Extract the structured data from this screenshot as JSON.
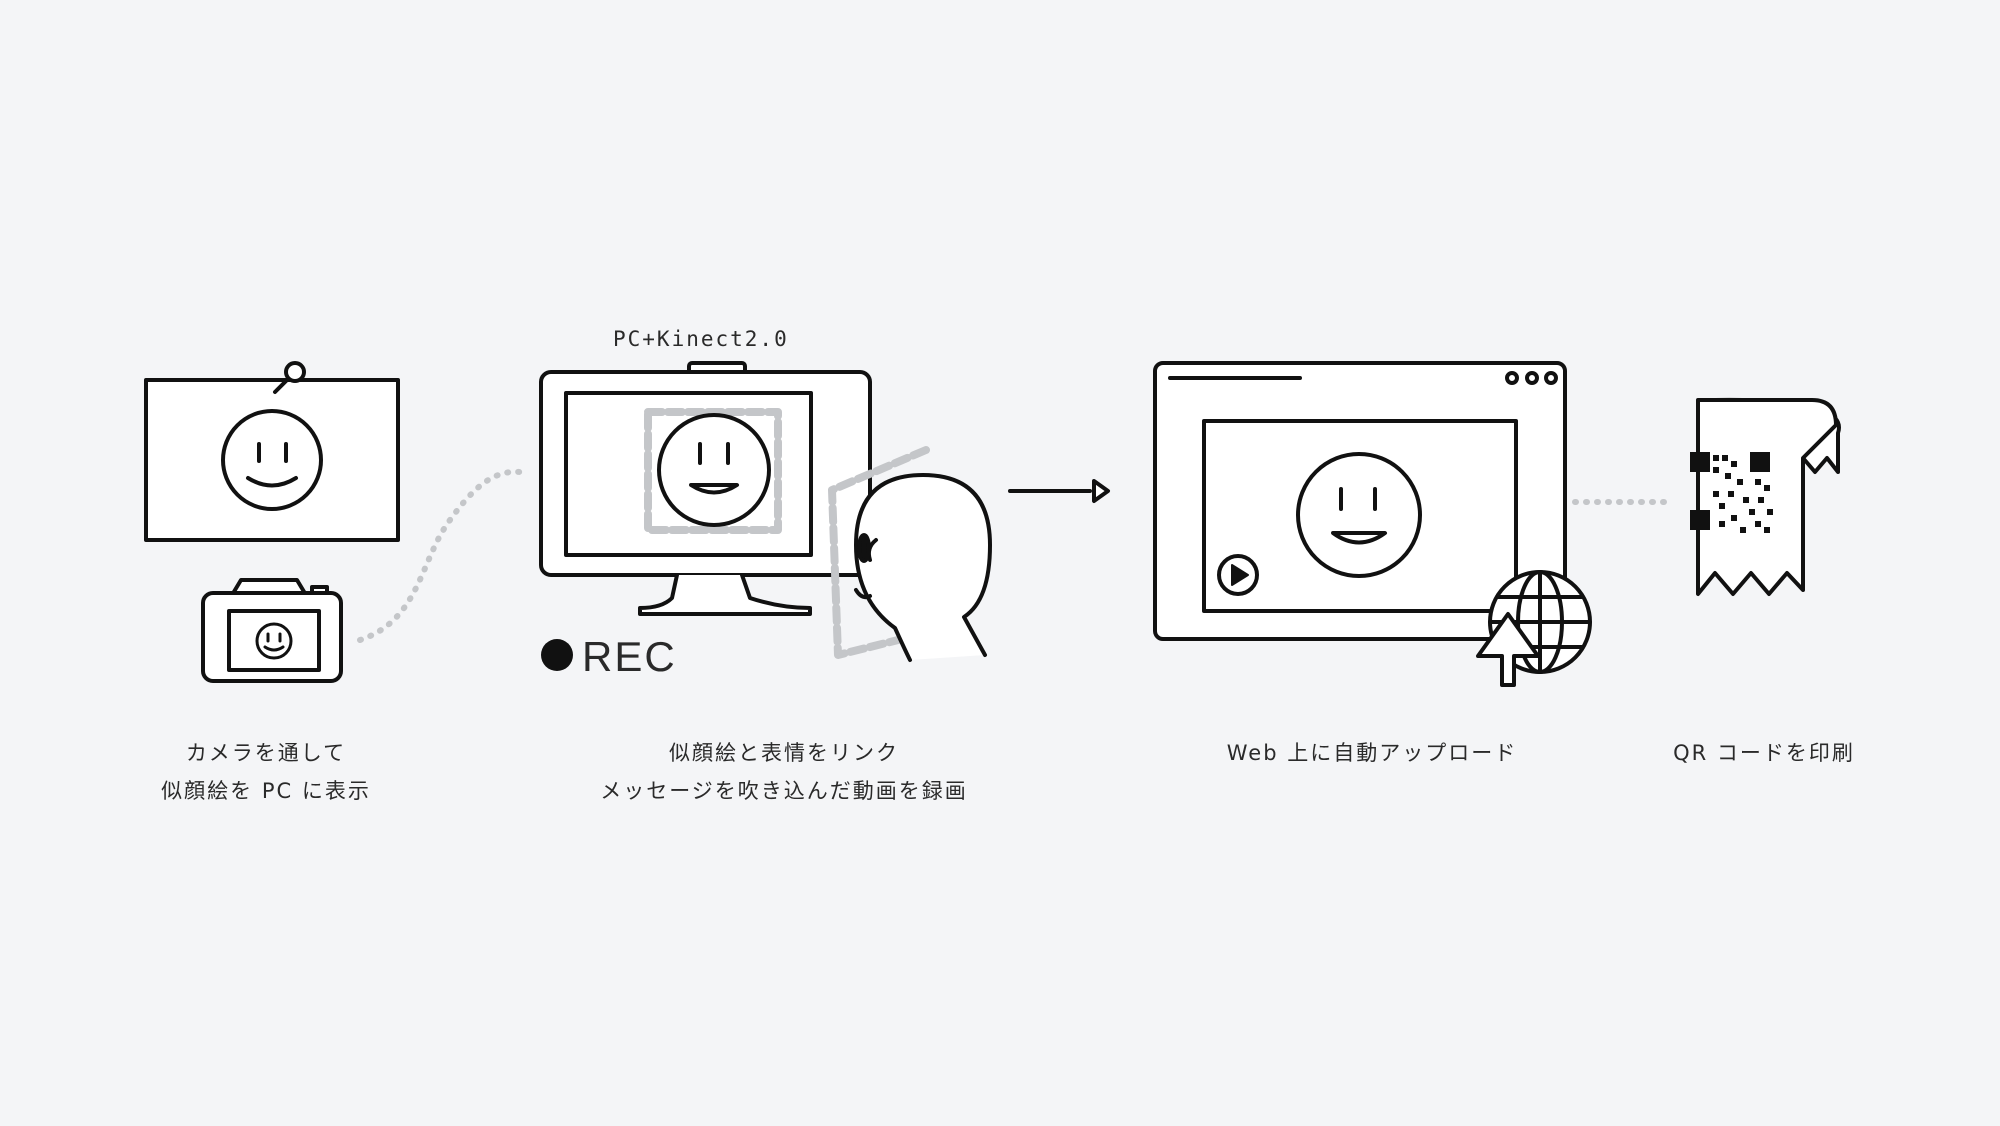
{
  "device_label": "PC+Kinect2.0",
  "rec_label": "REC",
  "steps": [
    {
      "line1": "カメラを通して",
      "line2": "似顔絵を PC に表示"
    },
    {
      "line1": "似顔絵と表情をリンク",
      "line2": "メッセージを吹き込んだ動画を録画"
    },
    {
      "line1": "Web 上に自動アップロード",
      "line2": ""
    },
    {
      "line1": "QR コードを印刷",
      "line2": ""
    }
  ],
  "icons": {
    "canvas": "portrait-canvas-icon",
    "camera": "camera-icon",
    "monitor": "monitor-icon",
    "person": "person-icon",
    "browser": "browser-window-icon",
    "globe": "globe-upload-icon",
    "qr": "qr-ticket-icon"
  }
}
